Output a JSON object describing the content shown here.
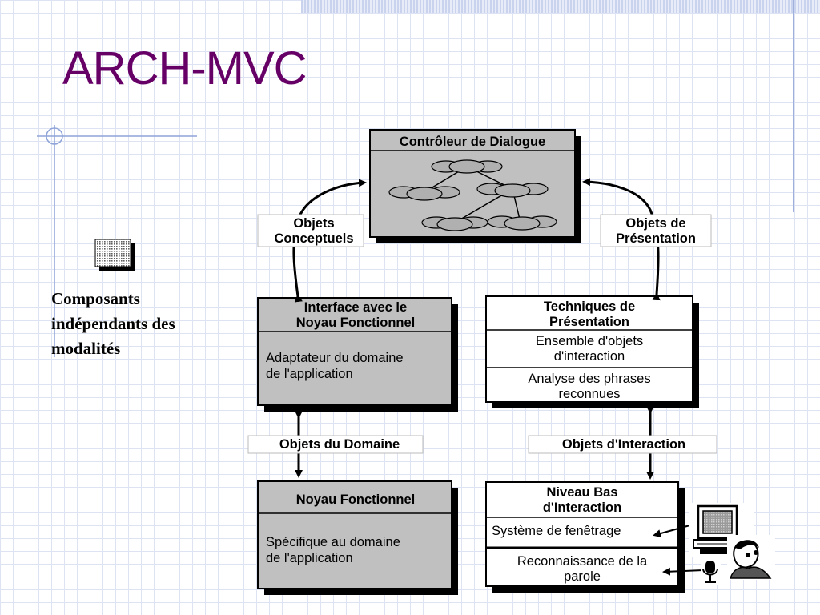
{
  "slide": {
    "title": "ARCH-MVC",
    "bullet_lines": [
      "Composants",
      "indépendants des",
      "modalités"
    ]
  },
  "diagram": {
    "controleur": {
      "title": "Contrôleur de Dialogue"
    },
    "interface_noyau": {
      "title_lines": [
        "Interface avec le",
        "Noyau Fonctionnel"
      ],
      "body_lines": [
        "Adaptateur du domaine",
        "de l'application"
      ]
    },
    "noyau": {
      "title": "Noyau Fonctionnel",
      "body_lines": [
        "Spécifique au domaine",
        "de l'application"
      ]
    },
    "techniques": {
      "title_lines": [
        "Techniques de",
        "Présentation"
      ],
      "section1_lines": [
        "Ensemble d'objets",
        "d'interaction"
      ],
      "section2_lines": [
        "Analyse des phrases",
        "reconnues"
      ]
    },
    "niveau_bas": {
      "title_lines": [
        "Niveau Bas",
        "d'Interaction"
      ],
      "section1": "Système de fenêtrage",
      "section2_lines": [
        "Reconnaissance de la",
        "parole"
      ]
    },
    "labels": {
      "objets_conceptuels": [
        "Objets",
        "Conceptuels"
      ],
      "objets_presentation": [
        "Objets de",
        "Présentation"
      ],
      "objets_domaine": "Objets du Domaine",
      "objets_interaction": "Objets d'Interaction"
    },
    "colors": {
      "title": "#660066",
      "box_fill": "#c0c0c0",
      "graph_fill": "#a8a8a8",
      "shadow": "#000000",
      "grid": "#dde3f2"
    },
    "icons": [
      "computer-icon",
      "person-icon",
      "microphone-icon",
      "shaded-square-bullet-icon"
    ]
  }
}
